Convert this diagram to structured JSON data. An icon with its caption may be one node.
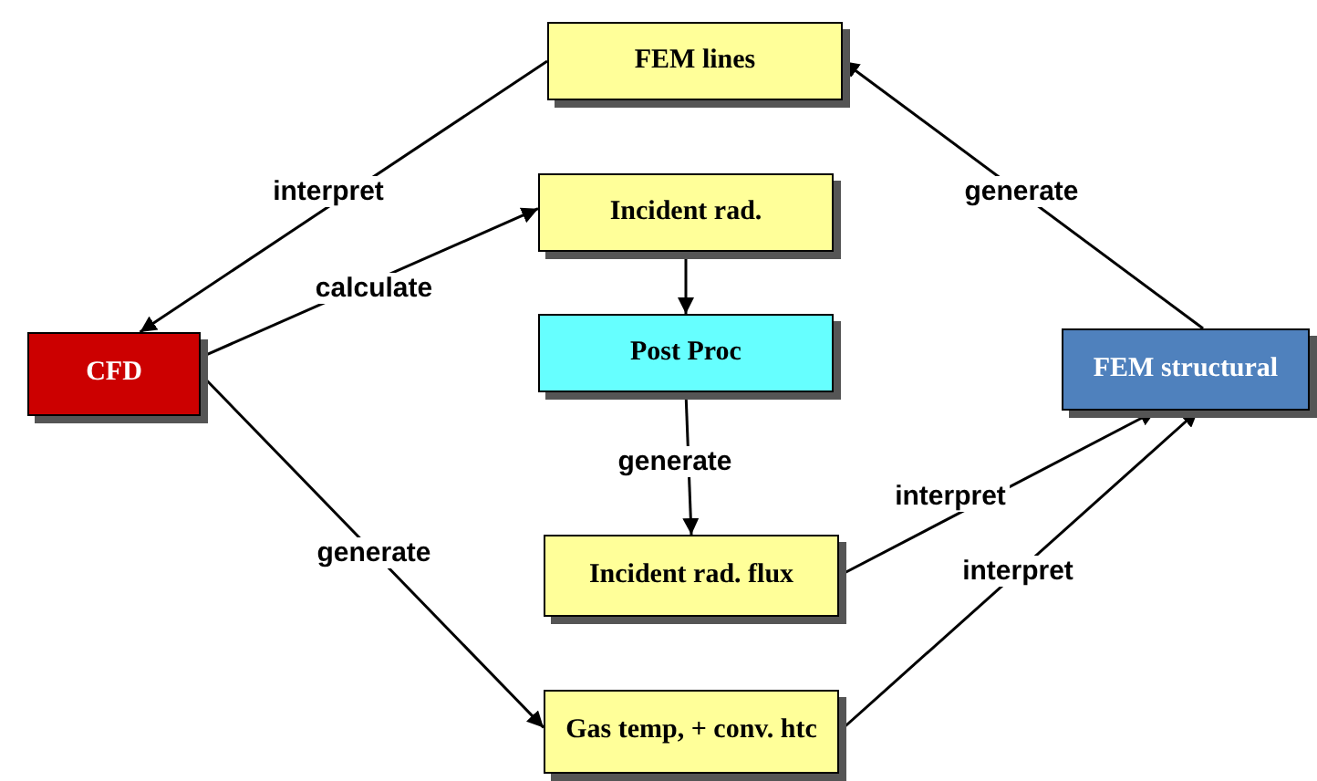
{
  "diagram": {
    "nodes": [
      {
        "text": [
          "FEM lines"
        ]
      },
      {
        "text": [
          "CFD"
        ]
      },
      {
        "text": [
          "Incident rad."
        ]
      },
      {
        "text": [
          "Post Proc"
        ]
      },
      {
        "text": [
          "FEM structural"
        ]
      },
      {
        "text": [
          "Incident rad. flux"
        ]
      },
      {
        "text": [
          "Gas temp, + conv. htc"
        ]
      }
    ],
    "edges": [
      {
        "from": 0,
        "to": 1,
        "arrow": "to",
        "label": "interpret"
      },
      {
        "from": 1,
        "to": 2,
        "arrow": "to",
        "label": "calculate"
      },
      {
        "from": 2,
        "to": 3,
        "arrow": "to"
      },
      {
        "from": 3,
        "to": 5,
        "arrow": "to",
        "label": "generate"
      },
      {
        "from": 1,
        "to": 6,
        "arrow": "to",
        "label": "generate"
      },
      {
        "from": 5,
        "to": 4,
        "arrow": "to",
        "label": "interpret"
      },
      {
        "from": 6,
        "to": 4,
        "arrow": "to",
        "label": "interpret"
      },
      {
        "from": 4,
        "to": 0,
        "arrow": "to",
        "label": "generate"
      }
    ]
  }
}
